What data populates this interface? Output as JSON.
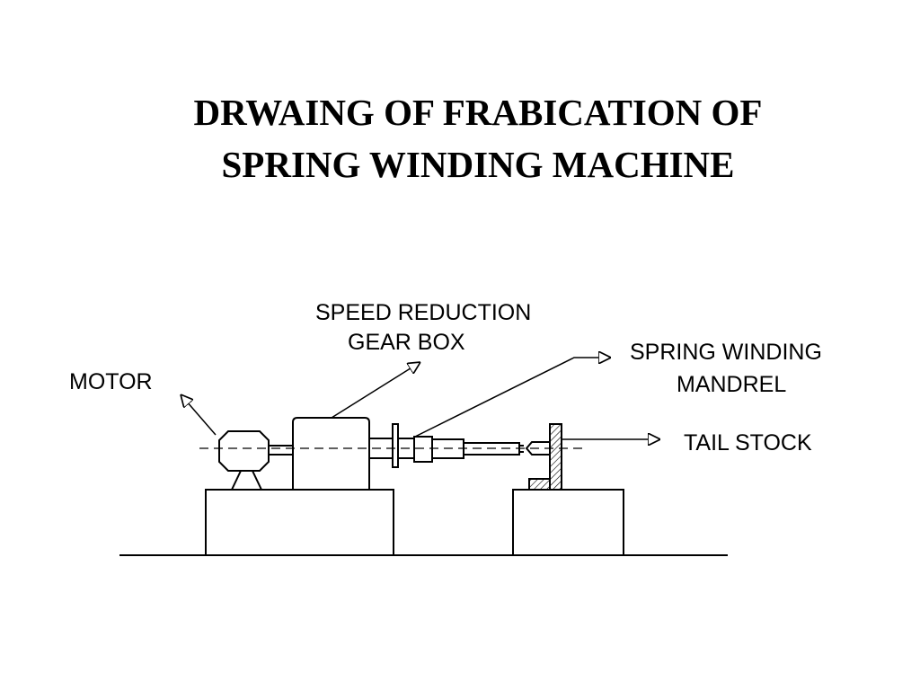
{
  "title": {
    "line1": "DRWAING OF FRABICATION OF",
    "line2": "SPRING WINDING MACHINE"
  },
  "labels": {
    "motor": "MOTOR",
    "gearbox_line1": "SPEED REDUCTION",
    "gearbox_line2": "GEAR BOX",
    "mandrel_line1": "SPRING WINDING",
    "mandrel_line2": "MANDREL",
    "tailstock": "TAIL STOCK"
  },
  "colors": {
    "line": "#000000",
    "background": "#ffffff"
  }
}
